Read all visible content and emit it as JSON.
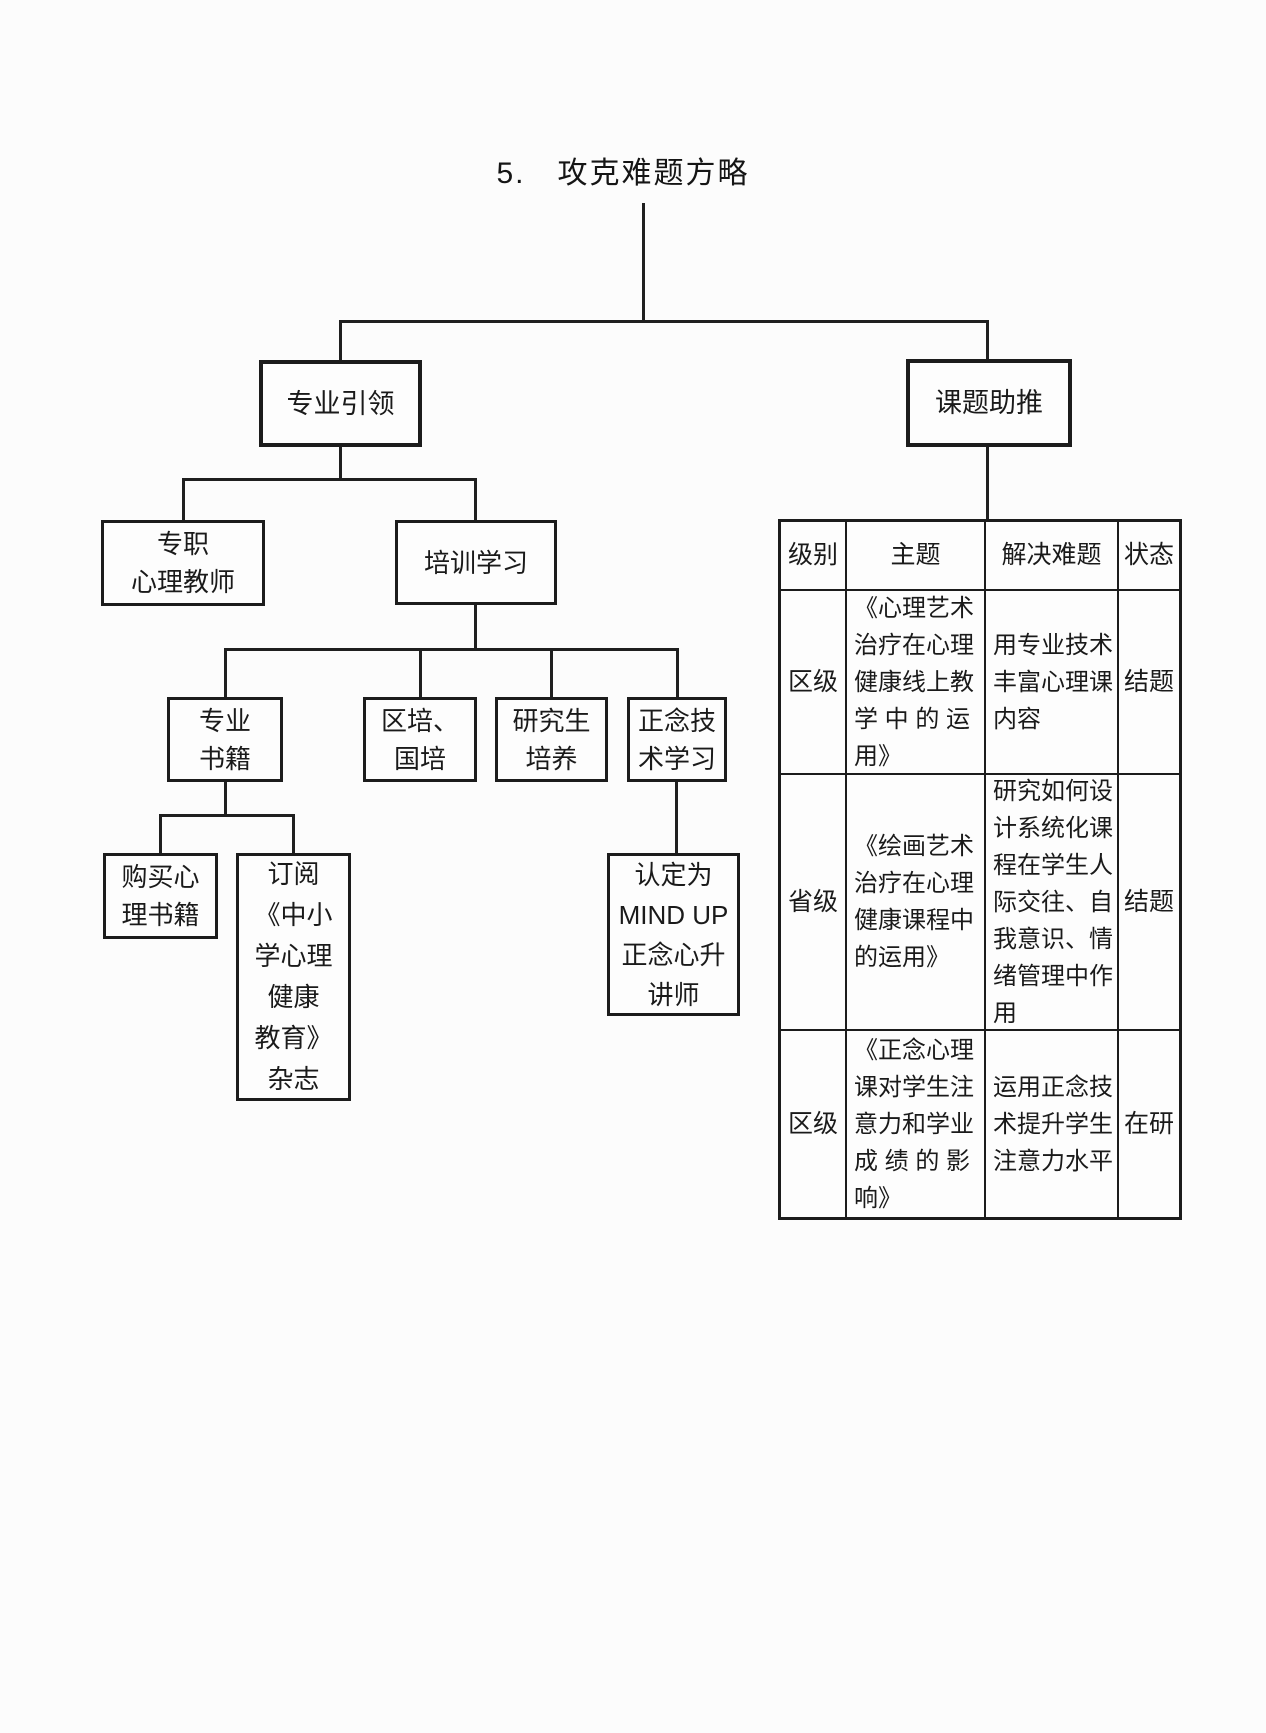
{
  "title": "5.　攻克难题方略",
  "colors": {
    "background": "#fcfcfc",
    "line": "#1f1f1f",
    "text": "#1a1a1a"
  },
  "nodes": {
    "professional_leadership": "专业引领",
    "project_boost": "课题助推",
    "fulltime_psych_teacher": "专职\n心理教师",
    "training_study": "培训学习",
    "professional_books": "专业\n书籍",
    "district_national_training": "区培、\n国培",
    "graduate_training": "研究生\n培养",
    "mindfulness_tech_study": "正念技\n术学习",
    "buy_psych_books": "购买心\n理书籍",
    "subscribe_magazine": "订阅\n《中小\n学心理\n健康\n教育》\n杂志",
    "mindup_lecturer": "认定为\nMIND UP\n正念心升\n讲师"
  },
  "table": {
    "headers": [
      "级别",
      "主题",
      "解决难题",
      "状态"
    ],
    "rows": [
      {
        "level": "区级",
        "topic": "《心理艺术\n治疗在心理\n健康线上教\n学 中 的 运\n用》",
        "solution": "用专业技术\n丰富心理课\n内容",
        "status": "结题"
      },
      {
        "level": "省级",
        "topic": "《绘画艺术\n治疗在心理\n健康课程中\n的运用》",
        "solution": "研究如何设\n计系统化课\n程在学生人\n际交往、自\n我意识、情\n绪管理中作\n用",
        "status": "结题"
      },
      {
        "level": "区级",
        "topic": "《正念心理\n课对学生注\n意力和学业\n成 绩 的 影\n响》",
        "solution": "运用正念技\n术提升学生\n注意力水平",
        "status": "在研"
      }
    ]
  }
}
